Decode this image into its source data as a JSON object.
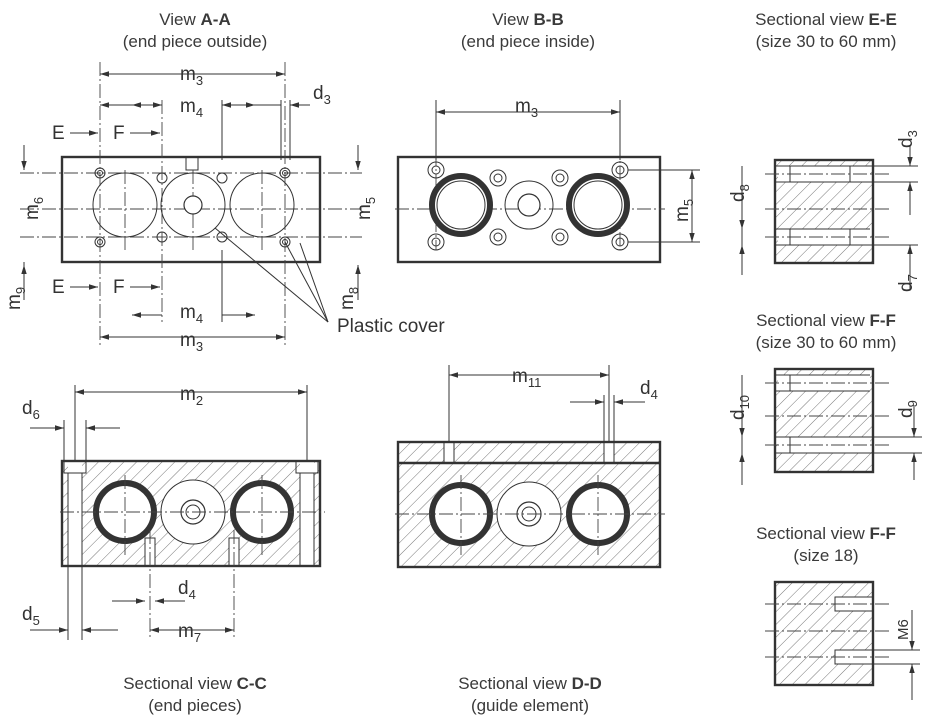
{
  "views": {
    "aa": {
      "title_prefix": "View ",
      "title_bold": "A-A",
      "caption": "(end piece outside)"
    },
    "bb": {
      "title_prefix": "View ",
      "title_bold": "B-B",
      "caption": "(end piece inside)"
    },
    "ee": {
      "title_prefix": "Sectional view ",
      "title_bold": "E-E",
      "caption": "(size 30 to 60 mm)"
    },
    "ff1": {
      "title_prefix": "Sectional view ",
      "title_bold": "F-F",
      "caption": "(size 30 to 60 mm)"
    },
    "ff2": {
      "title_prefix": "Sectional view ",
      "title_bold": "F-F",
      "caption": "(size 18)"
    },
    "cc": {
      "title_prefix": "Sectional view ",
      "title_bold": "C-C",
      "caption": "(end pieces)"
    },
    "dd": {
      "title_prefix": "Sectional view ",
      "title_bold": "D-D",
      "caption": "(guide element)"
    }
  },
  "labels": {
    "plastic_cover": "Plastic cover",
    "section_e": "E",
    "section_f": "F",
    "thread": "M6"
  },
  "dims": {
    "m_base": "m",
    "d_base": "d",
    "m2": "2",
    "m3": "3",
    "m4": "4",
    "m5": "5",
    "m6": "6",
    "m7": "7",
    "m8": "8",
    "m9": "9",
    "m11": "11",
    "d3": "3",
    "d4": "4",
    "d5": "5",
    "d6": "6",
    "d7": "7",
    "d8": "8",
    "d9": "9",
    "d10": "10"
  },
  "colors": {
    "line": "#333333",
    "background": "#ffffff"
  }
}
